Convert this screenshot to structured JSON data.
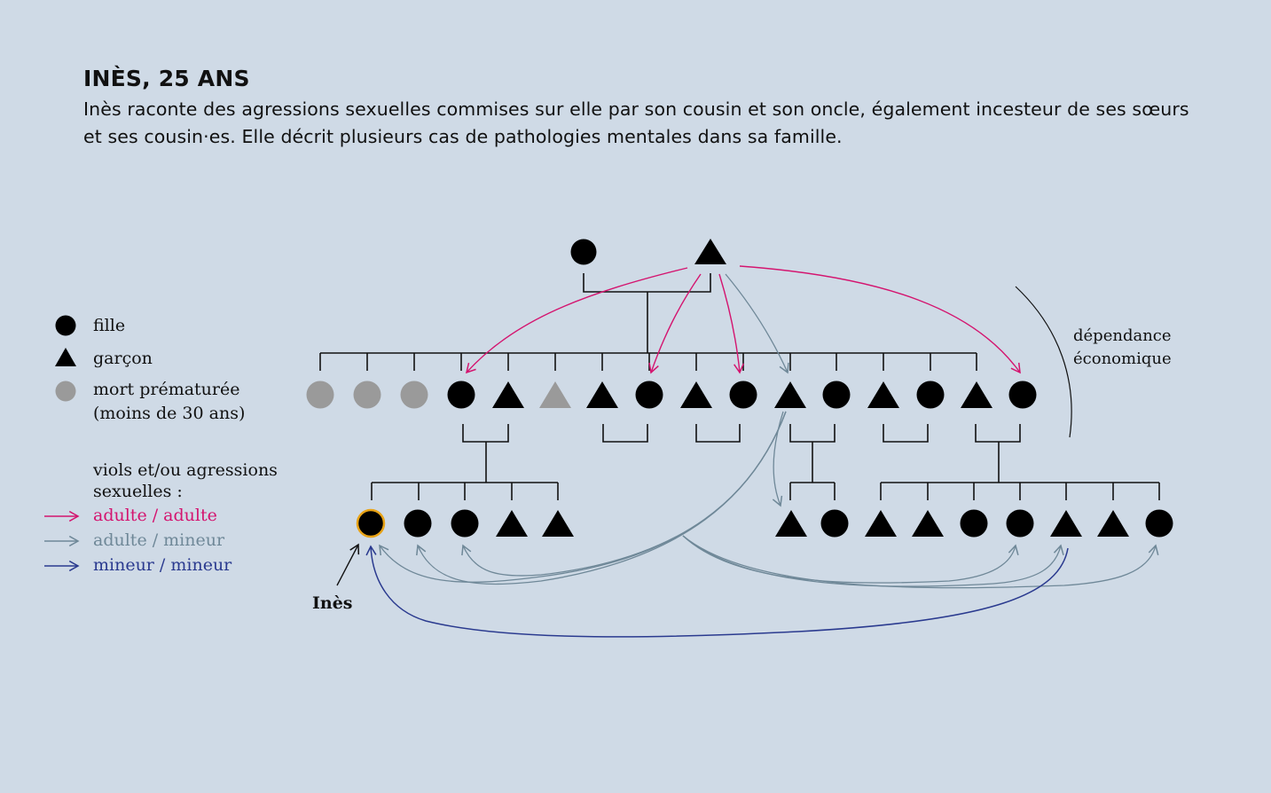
{
  "header": {
    "title": "INÈS, 25 ANS",
    "description": "Inès raconte des agressions sexuelles commises sur elle par son cousin et son oncle, également incesteur de ses sœurs et ses cousin·es. Elle décrit plusieurs cas de pathologies mentales dans sa famille."
  },
  "legend": {
    "symbols": [
      {
        "shape": "circle",
        "label": "fille",
        "color": "#000000"
      },
      {
        "shape": "triangle",
        "label": "garçon",
        "color": "#000000"
      },
      {
        "shape": "circle",
        "label": "mort prématurée",
        "sublabel": "(moins de 30 ans)",
        "color": "#9a9a9a"
      }
    ],
    "violence_title_line1": "viols et/ou agressions",
    "violence_title_line2": "sexuelles :",
    "violence_types": [
      {
        "label": "adulte / adulte",
        "color": "#d4146f"
      },
      {
        "label": "adulte / mineur",
        "color": "#6f8898"
      },
      {
        "label": "mineur / mineur",
        "color": "#2a3a8f"
      }
    ]
  },
  "annotations": {
    "dependance_line1": "dépendance",
    "dependance_line2": "économique",
    "ines_label": "Inès"
  },
  "colors": {
    "background": "#cfdae6",
    "symbol": "#000000",
    "deceased": "#9a9a9a",
    "ines_ring": "#e8a317",
    "lines": "#000000"
  },
  "tree": {
    "generation1": [
      "circle",
      "triangle"
    ],
    "generation2": [
      "circle-deceased",
      "circle-deceased",
      "circle-deceased",
      "circle",
      "triangle",
      "triangle-deceased",
      "triangle",
      "circle",
      "triangle",
      "circle",
      "triangle",
      "circle",
      "triangle",
      "circle",
      "triangle",
      "circle"
    ],
    "generation3_left": [
      "circle-ines",
      "circle",
      "circle",
      "triangle",
      "triangle"
    ],
    "generation3_right": [
      "triangle",
      "circle",
      "triangle",
      "triangle",
      "circle",
      "circle",
      "triangle",
      "triangle",
      "circle"
    ]
  }
}
